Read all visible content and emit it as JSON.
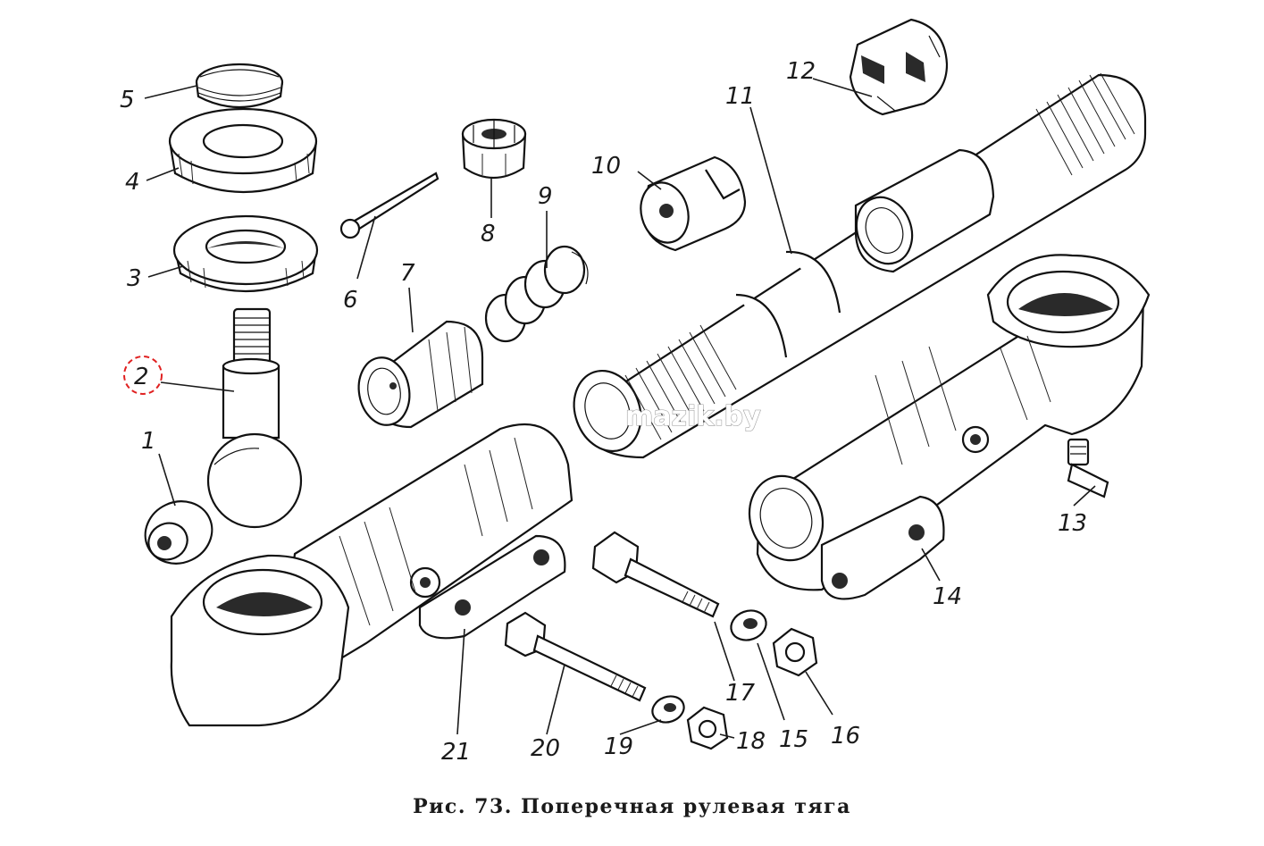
{
  "caption": "Рис. 73. Поперечная рулевая тяга",
  "watermark": "mazik.by",
  "highlight_color": "#e02020",
  "highlighted_part": "2",
  "part_labels": [
    "1",
    "2",
    "3",
    "4",
    "5",
    "6",
    "7",
    "8",
    "9",
    "10",
    "11",
    "12",
    "13",
    "14",
    "15",
    "16",
    "17",
    "18",
    "19",
    "20",
    "21"
  ]
}
